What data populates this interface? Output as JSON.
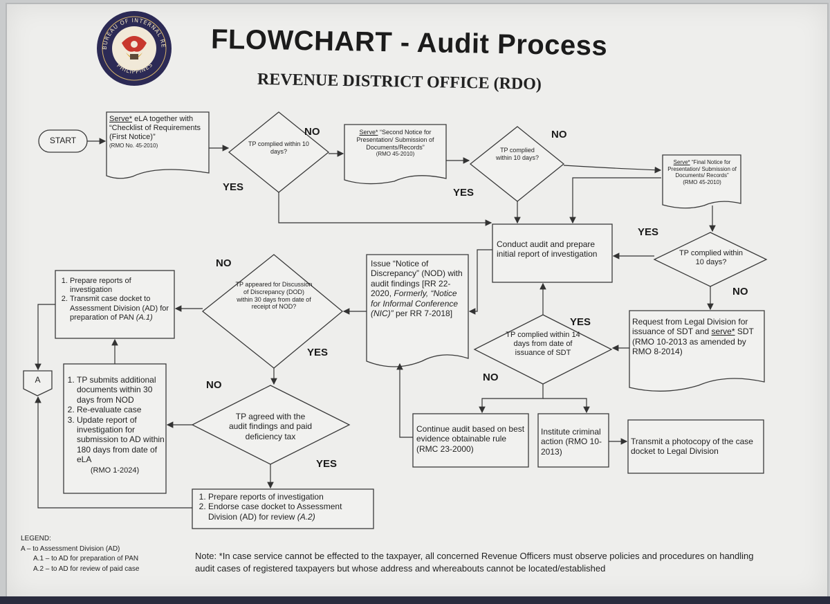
{
  "header": {
    "title": "FLOWCHART - Audit Process",
    "subtitle": "REVENUE DISTRICT OFFICE (RDO)",
    "seal_top_text": "BUREAU OF INTERNAL REVENUE",
    "seal_bottom_text": "PHILIPPINES"
  },
  "colors": {
    "board": "#eeeeec",
    "ink": "#1f1f1f",
    "frame": "#2a2c3e"
  },
  "nodes": {
    "start": "START",
    "first_notice": {
      "serve": "Serve*",
      "text": " eLA together with “Checklist of Requirements (First Notice)”",
      "ref": "(RMO No. 45-2010)"
    },
    "d1": "TP complied within 10 days?",
    "second_notice": {
      "serve": "Serve*",
      "text": " “Second Notice for Presentation/ Submission of Documents/Records”",
      "ref": "(RMO 45-2010)"
    },
    "d2": "TP complied within 10 days?",
    "final_notice": {
      "serve": "Serve*",
      "text": " “Final Notice for Presentation/ Submission of Documents/ Records”",
      "ref": "(RMO 45-2010)"
    },
    "audit": "Conduct audit and prepare initial report of investigation",
    "d3": "TP complied within 10 days?",
    "sdt": {
      "text1": "Request from Legal Division for issuance of SDT and ",
      "serve": "serve*",
      "text2": " SDT (RMO 10-2013 as amended by RMO 8-2014)"
    },
    "d4": "TP complied within 14 days from date of issuance of SDT",
    "nod": {
      "text1": "Issue “Notice of Discrepancy” (NOD) with audit findings [RR 22-2020, ",
      "formerly": "Formerly, “Notice for Informal Conference (NIC)”",
      "text2": " per RR 7-2018]"
    },
    "d5": "TP appeared for Discussion of Discrepancy (DOD) within 30 days from date of receipt of NOD?",
    "pan": {
      "item1": "Prepare reports of investigation",
      "item2a": "Transmit case docket to Assessment Division (AD) for preparation of PAN ",
      "item2b": "(A.1)"
    },
    "resubmit": {
      "item1": "TP submits additional documents within 30 days from NOD",
      "item2": "Re-evaluate case",
      "item3": "Update report of investigation for submission to AD within 180 days from date of eLA",
      "ref": "(RMO 1-2024)"
    },
    "d6": "TP agreed with the audit findings and paid deficiency tax",
    "endorse": {
      "item1": "Prepare reports of investigation",
      "item2a": "Endorse case docket to Assessment Division (AD) for review ",
      "item2b": "(A.2)"
    },
    "continue": "Continue audit based on best evidence obtainable rule (RMC 23-2000)",
    "criminal": "Institute criminal action (RMO 10-2013)",
    "transmit": "Transmit a photocopy of the case docket to Legal Division",
    "connector_a": "A"
  },
  "labels": {
    "yes": "YES",
    "no": "NO"
  },
  "legend": {
    "title": "LEGEND:",
    "a": "A – to Assessment Division (AD)",
    "a1": "A.1 – to AD for preparation of PAN",
    "a2": "A.2 – to AD for review of paid case"
  },
  "note": "Note:  *In case service cannot be effected to the taxpayer, all concerned Revenue Officers must observe policies and procedures on handling audit cases of registered taxpayers but whose address and whereabouts cannot be located/established"
}
